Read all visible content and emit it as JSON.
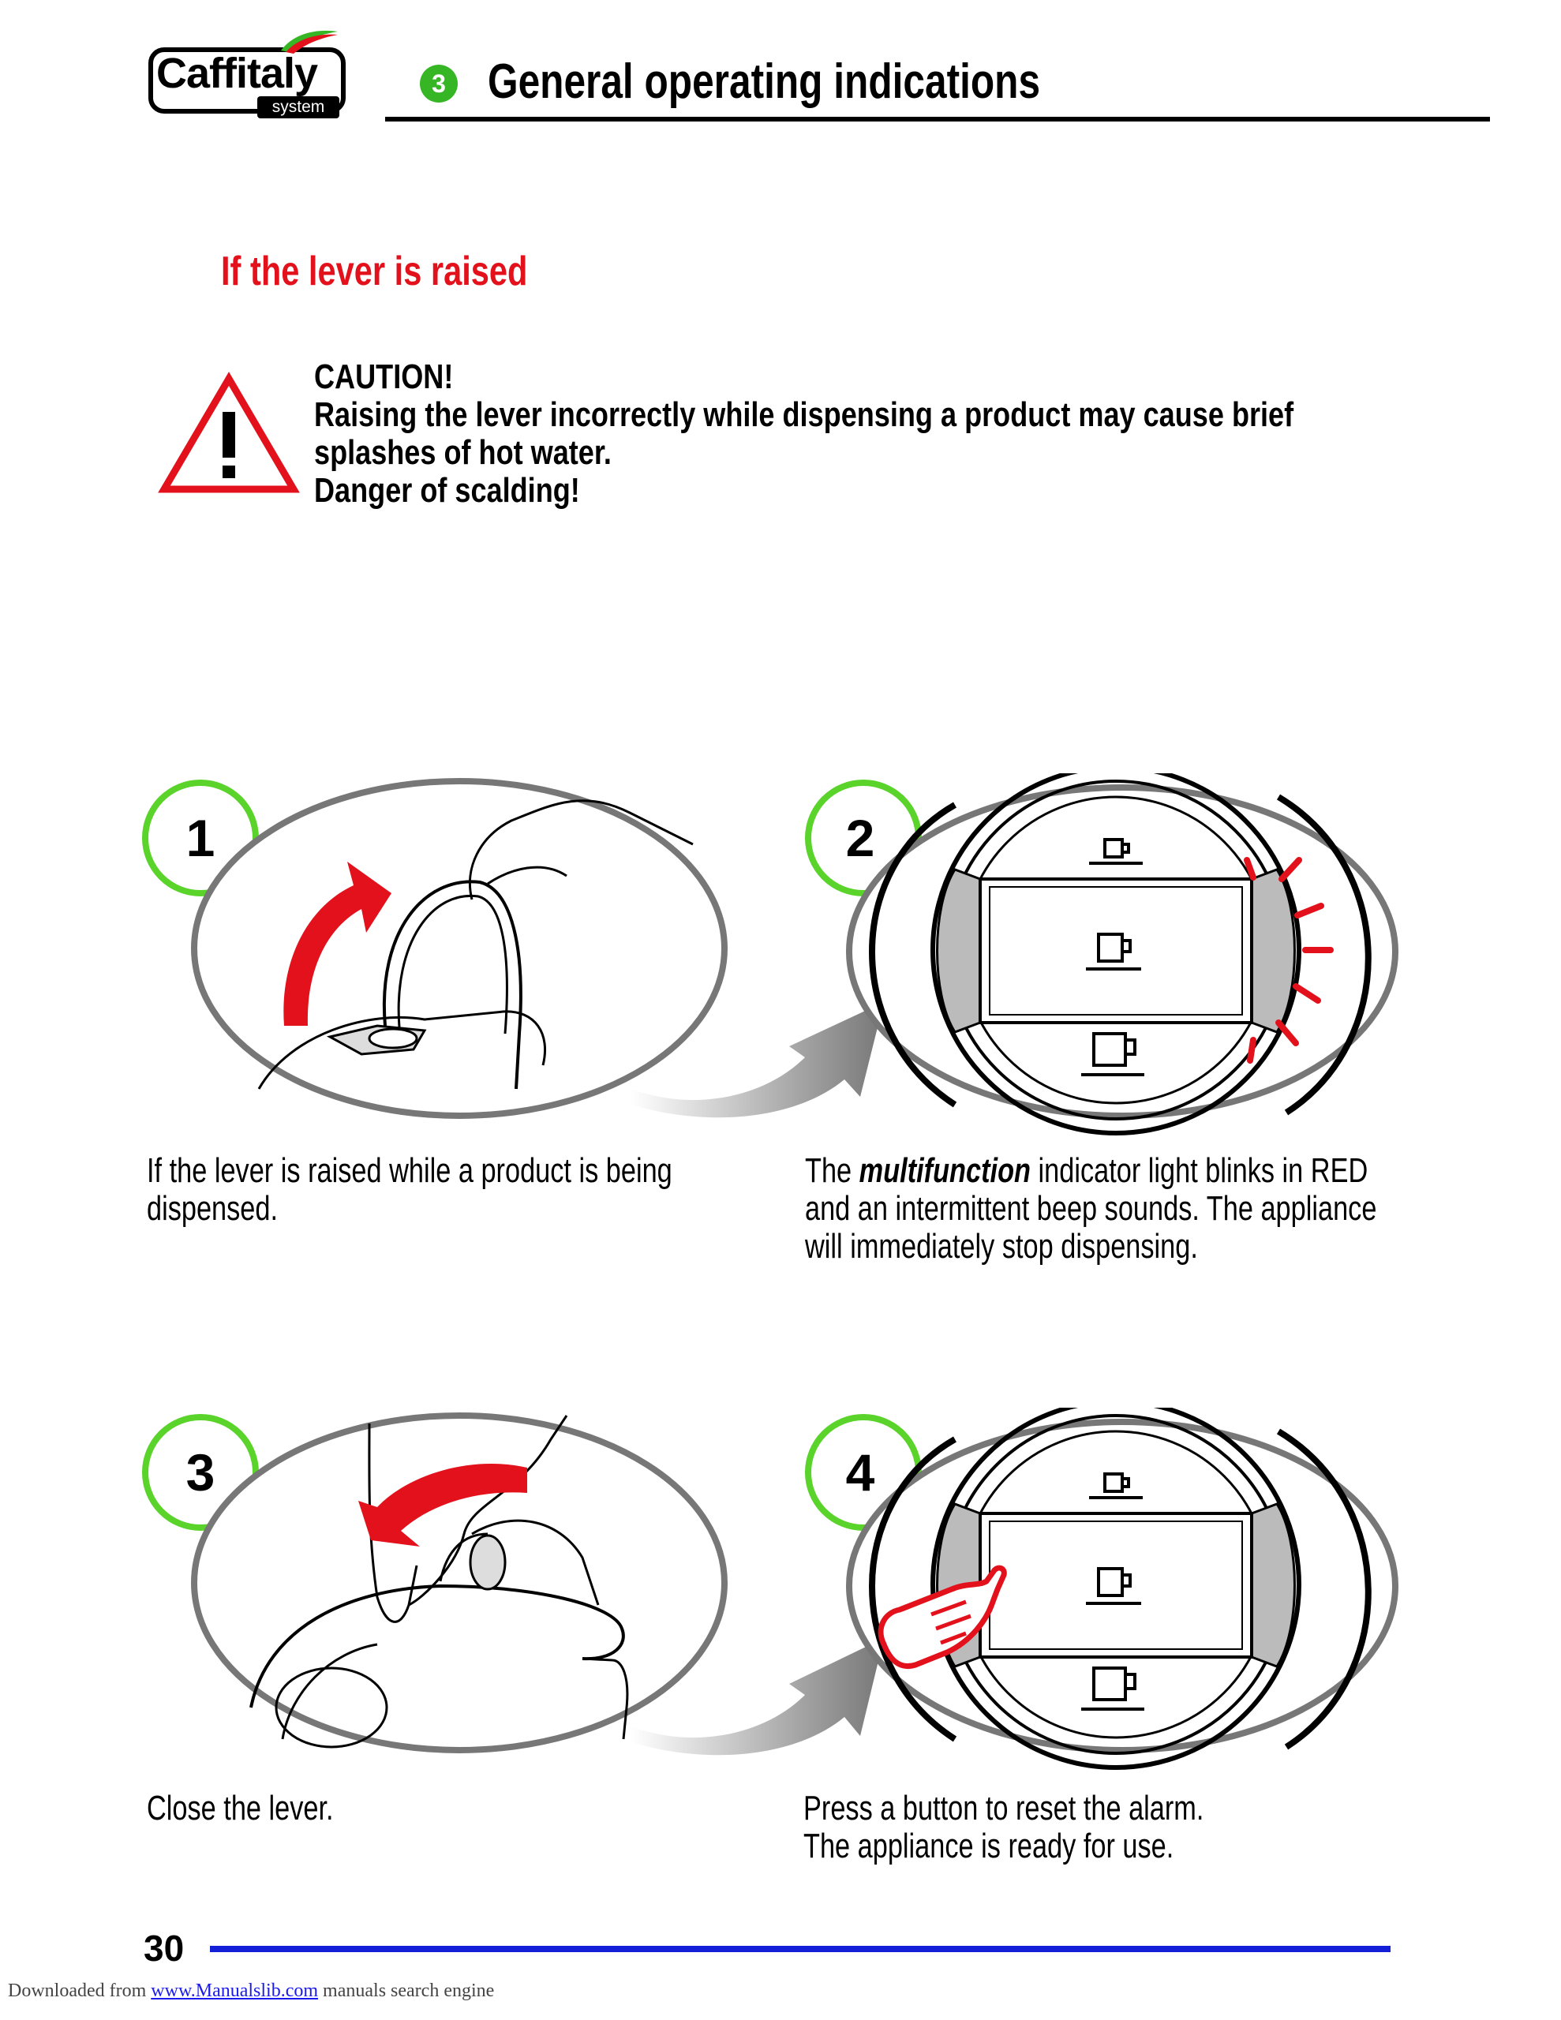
{
  "header": {
    "brand": "Caffitaly",
    "brand_sub": "system",
    "section_number": "3",
    "title": "General operating indications"
  },
  "subsection": {
    "title": "If the lever is raised"
  },
  "caution": {
    "icon": "warning-triangle-icon",
    "lines": [
      "CAUTION!",
      "Raising the lever incorrectly while dispensing a product may cause brief",
      "splashes of hot water.",
      "Danger of scalding!"
    ]
  },
  "steps": [
    {
      "number": "1",
      "caption_lines": [
        "If the lever is raised while a product is being",
        "dispensed."
      ]
    },
    {
      "number": "2",
      "caption_prefix": "The ",
      "caption_emphasis": "multifunction",
      "caption_line1_rest": " indicator light blinks in RED",
      "caption_lines": [
        "and an intermittent beep sounds. The appliance",
        "will immediately stop dispensing."
      ]
    },
    {
      "number": "3",
      "caption_lines": [
        "Close the lever."
      ]
    },
    {
      "number": "4",
      "caption_lines": [
        "Press a button to reset the alarm.",
        "The appliance is ready for use."
      ]
    }
  ],
  "footer": {
    "page_number": "30",
    "download_prefix": "Downloaded from ",
    "download_link": "www.Manualslib.com",
    "download_suffix": " manuals search engine"
  },
  "colors": {
    "accent_red": "#e3111b",
    "badge_green": "#36b525",
    "ring_green": "#5ad32a",
    "footer_blue": "#1320d8"
  }
}
